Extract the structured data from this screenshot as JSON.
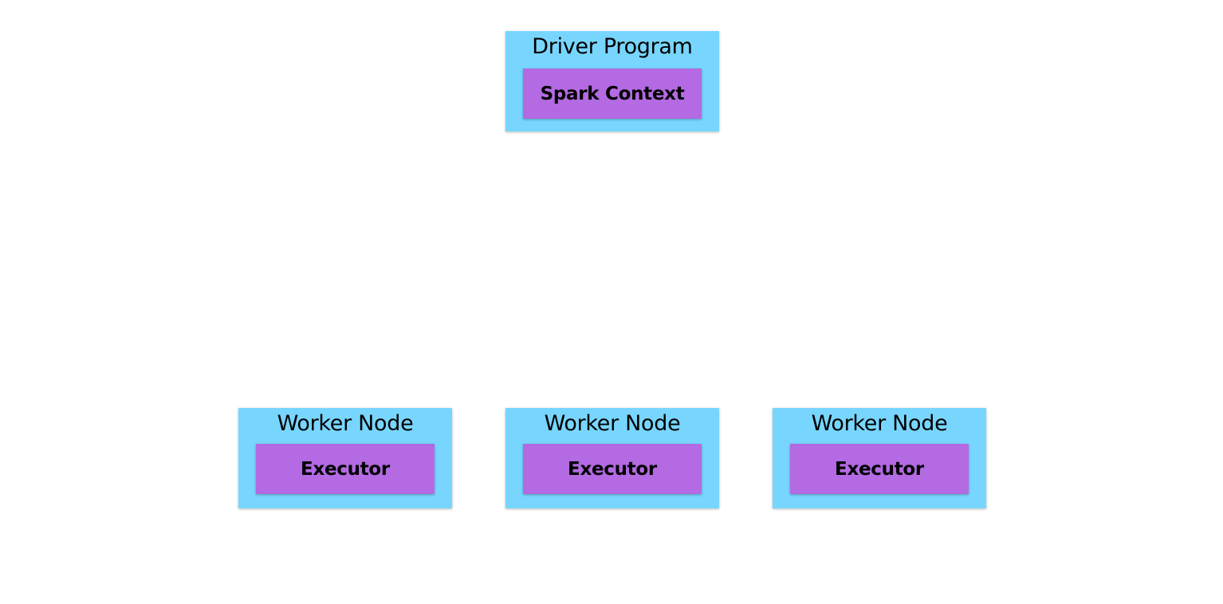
{
  "colors": {
    "outer_box": "#78d6fe",
    "inner_box": "#b36ae2",
    "text": "#000000",
    "background": "#ffffff"
  },
  "driver": {
    "title": "Driver Program",
    "inner_label": "Spark Context"
  },
  "workers": [
    {
      "title": "Worker Node",
      "inner_label": "Executor"
    },
    {
      "title": "Worker Node",
      "inner_label": "Executor"
    },
    {
      "title": "Worker Node",
      "inner_label": "Executor"
    }
  ]
}
